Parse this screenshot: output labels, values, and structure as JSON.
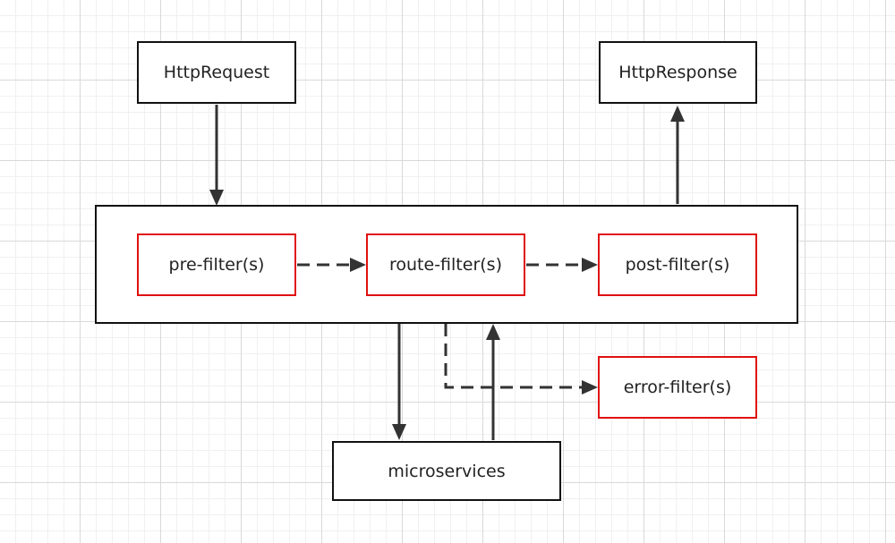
{
  "diagram": {
    "nodes": {
      "http_request": "HttpRequest",
      "http_response": "HttpResponse",
      "pre_filter": "pre-filter(s)",
      "route_filter": "route-filter(s)",
      "post_filter": "post-filter(s)",
      "error_filter": "error-filter(s)",
      "microservices": "microservices"
    },
    "colors": {
      "stroke": "#333333",
      "filter_border": "#e01010",
      "box_border": "#111111"
    }
  }
}
